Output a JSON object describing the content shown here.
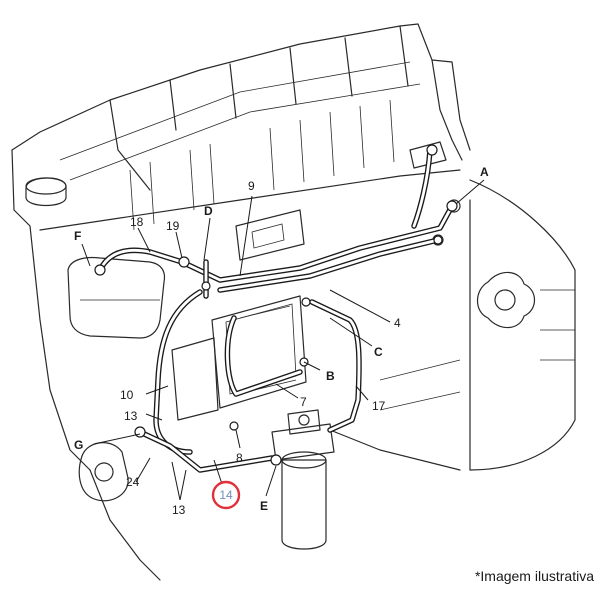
{
  "callouts": {
    "A": "A",
    "B": "B",
    "C": "C",
    "D": "D",
    "E": "E",
    "F": "F",
    "G": "G",
    "n4": "4",
    "n7": "7",
    "n8": "8",
    "n9": "9",
    "n10": "10",
    "n13a": "13",
    "n13b": "13",
    "n14": "14",
    "n17": "17",
    "n18": "18",
    "n19": "19",
    "n24": "24"
  },
  "highlight_color": "#e0303a",
  "caption": "*Imagem ilustrativa"
}
